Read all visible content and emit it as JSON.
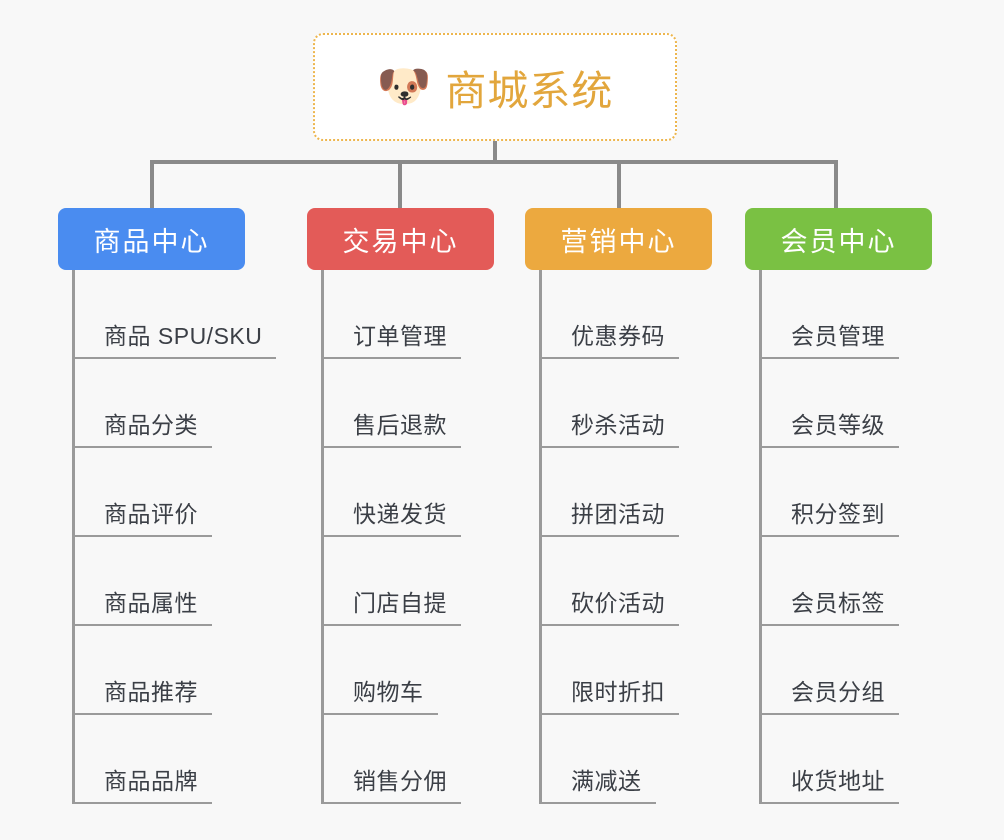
{
  "diagram": {
    "background_color": "#f8f8f8",
    "connector_color": "#8a8a8a"
  },
  "root": {
    "icon": "shiba-dog-face-emoji",
    "icon_glyph": "🐶",
    "title": "商城系统",
    "title_color": "#e2a63c",
    "border_color": "#edb64e"
  },
  "columns": [
    {
      "title": "商品中心",
      "color": "#4a8cf0",
      "items": [
        "商品 SPU/SKU",
        "商品分类",
        "商品评价",
        "商品属性",
        "商品推荐",
        "商品品牌"
      ]
    },
    {
      "title": "交易中心",
      "color": "#e35b58",
      "items": [
        "订单管理",
        "售后退款",
        "快递发货",
        "门店自提",
        "购物车",
        "销售分佣"
      ]
    },
    {
      "title": "营销中心",
      "color": "#eca93f",
      "items": [
        "优惠券码",
        "秒杀活动",
        "拼团活动",
        "砍价活动",
        "限时折扣",
        "满减送"
      ]
    },
    {
      "title": "会员中心",
      "color": "#7ac143",
      "items": [
        "会员管理",
        "会员等级",
        "积分签到",
        "会员标签",
        "会员分组",
        "收货地址"
      ]
    }
  ]
}
